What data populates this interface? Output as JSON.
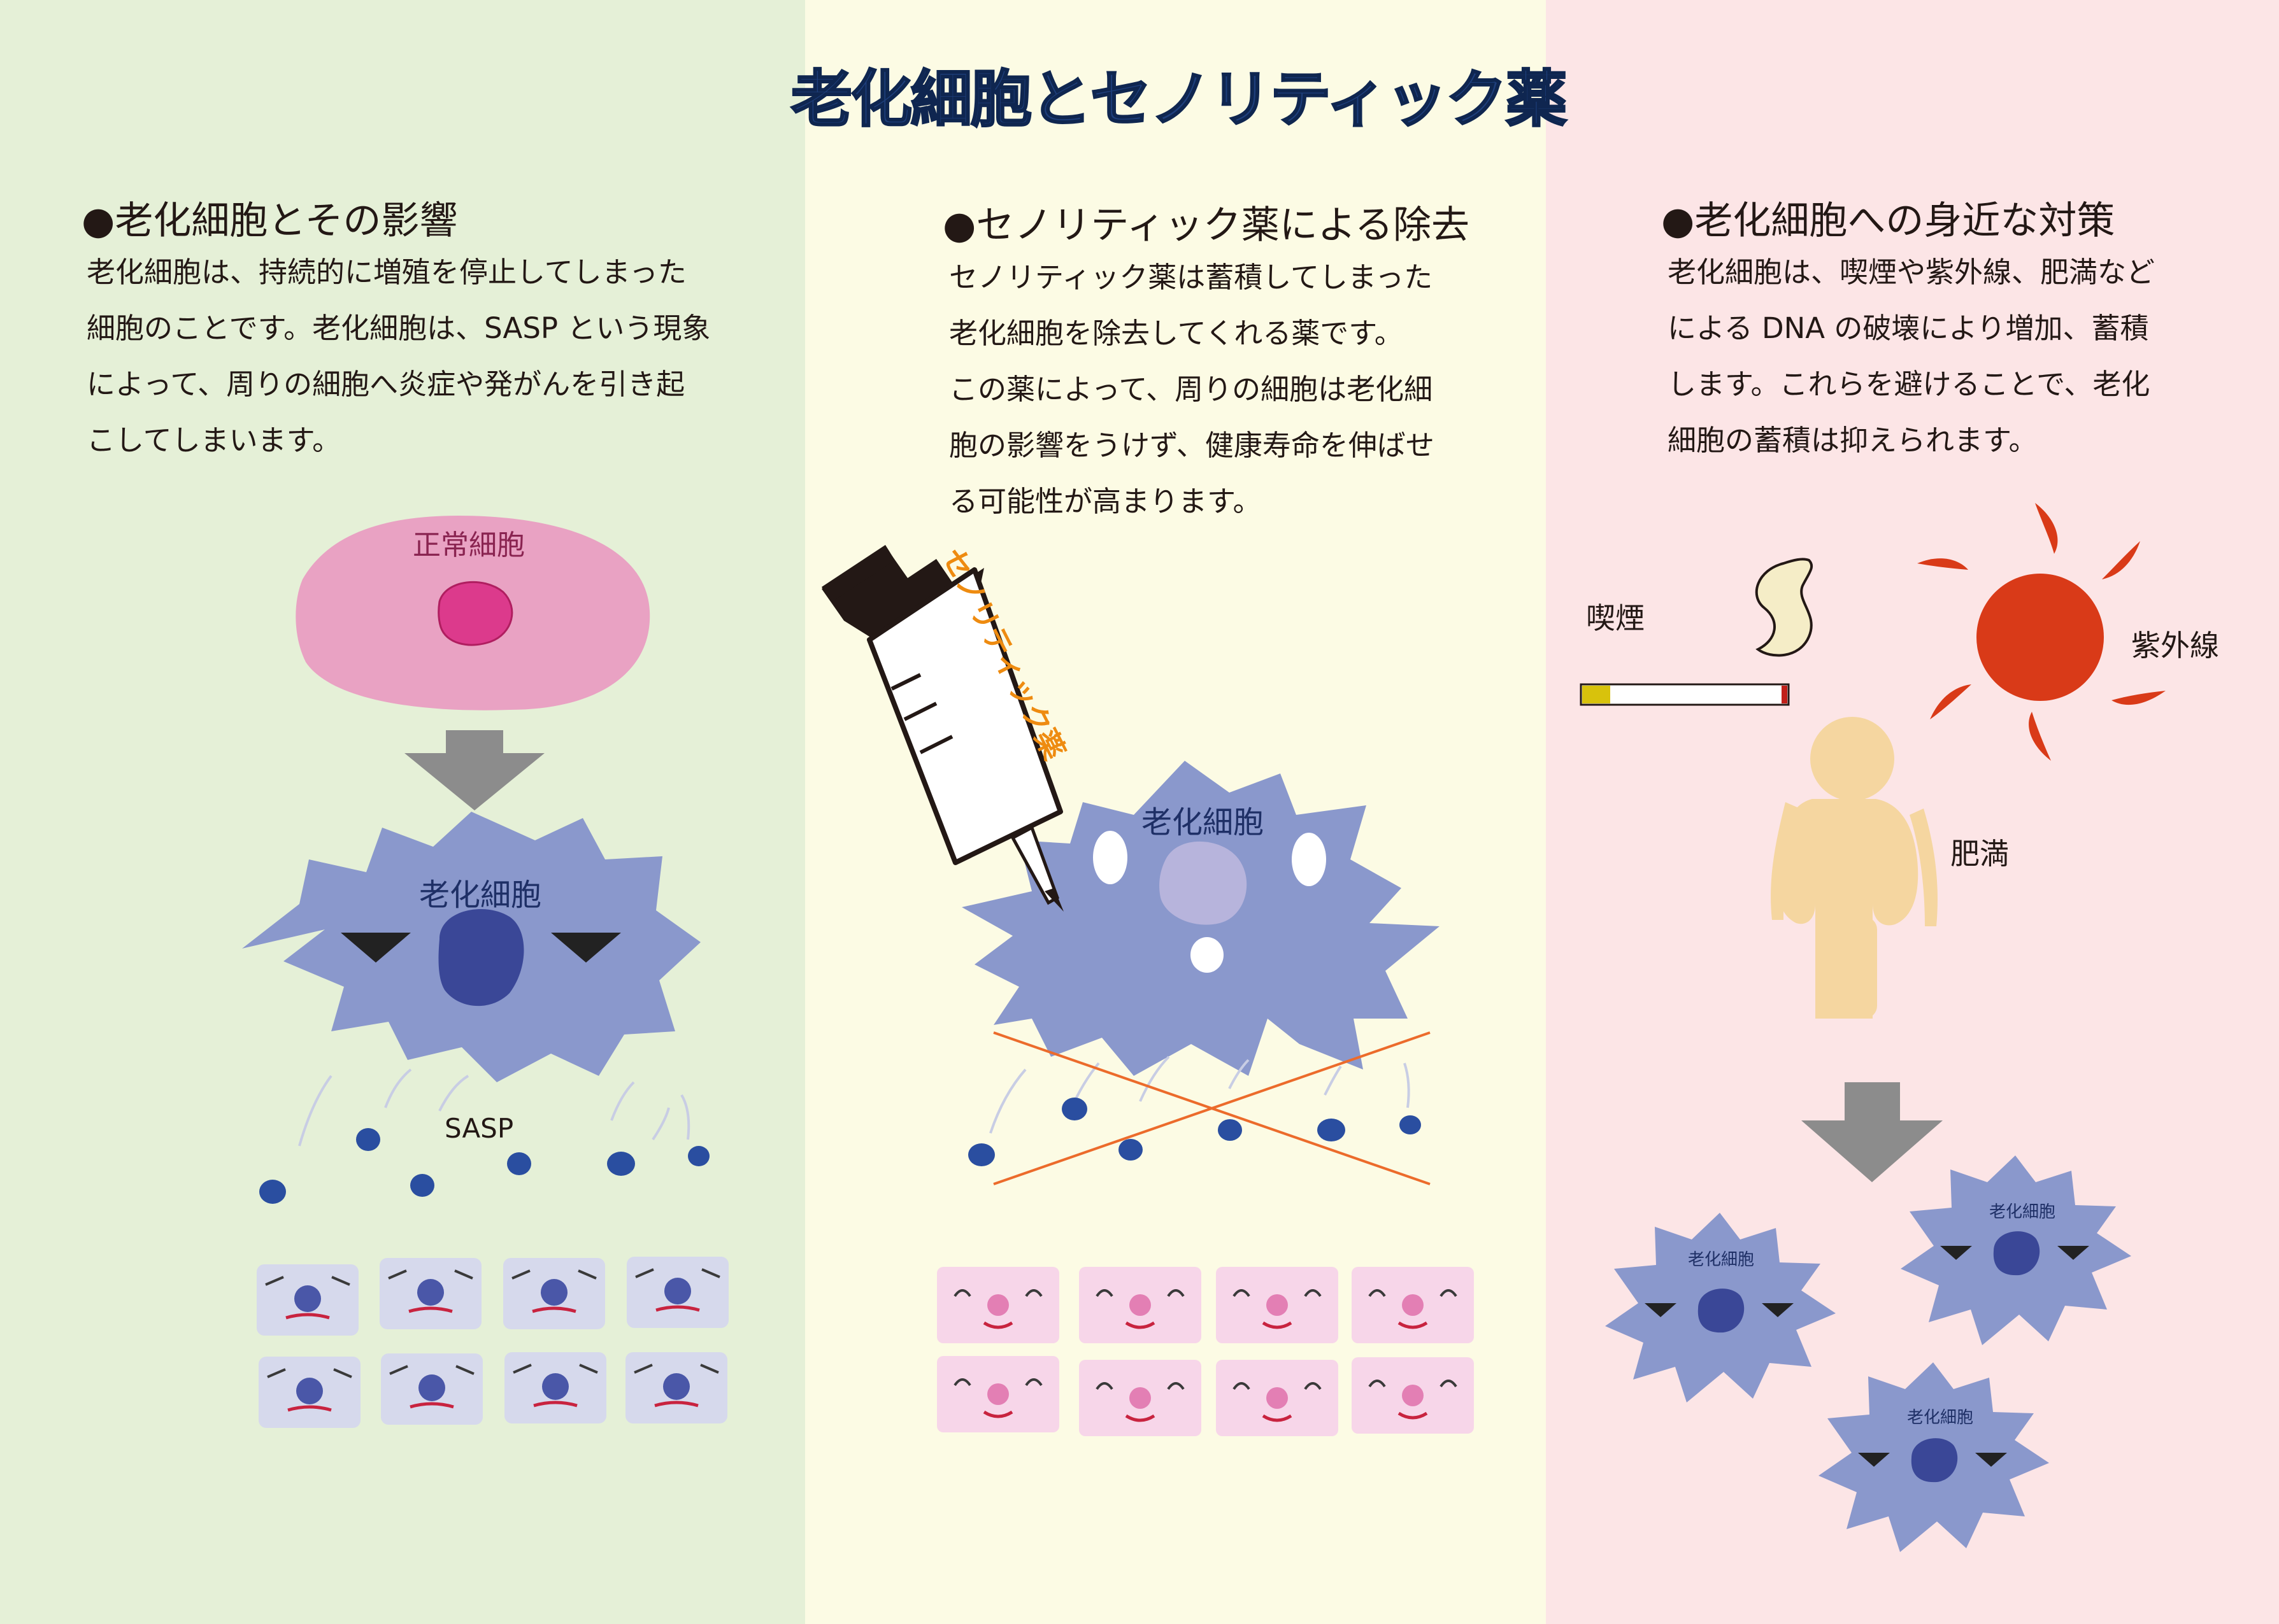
{
  "title": "老化細胞とセノリティック薬",
  "sections": {
    "left": {
      "heading": "●老化細胞とその影響",
      "body": [
        "老化細胞は、持続的に増殖を停止してしまった",
        "細胞のことです。老化細胞は、SASP という現象",
        "によって、周りの細胞へ炎症や発がんを引き起",
        "こしてしまいます。"
      ],
      "labels": {
        "normal_cell": "正常細胞",
        "senescent_cell": "老化細胞",
        "sasp": "SASP"
      }
    },
    "middle": {
      "heading": "●セノリティック薬による除去",
      "body": [
        "セノリティック薬は蓄積してしまった",
        "老化細胞を除去してくれる薬です。",
        "この薬によって、周りの細胞は老化細",
        "胞の影響をうけず、健康寿命を伸ばせ",
        "る可能性が高まります。"
      ],
      "labels": {
        "drug": "セノリティック薬",
        "senescent_cell": "老化細胞"
      }
    },
    "right": {
      "heading": "●老化細胞への身近な対策",
      "body": [
        "老化細胞は、喫煙や紫外線、肥満など",
        "による DNA の破壊により増加、蓄積",
        "します。これらを避けることで、老化",
        "細胞の蓄積は抑えられます。"
      ],
      "labels": {
        "smoking": "喫煙",
        "uv": "紫外線",
        "obesity": "肥満",
        "cell_1": "老化細胞",
        "cell_2": "老化細胞",
        "cell_3": "老化細胞"
      }
    }
  },
  "colors": {
    "panel_left": "#e5f0d7",
    "panel_middle": "#fcfbe4",
    "panel_right": "#fce5e6",
    "title": "#1e3f7c",
    "senescent_cell": "#8a98cc",
    "senescent_nucleus": "#3a4797",
    "normal_cell": "#e9a2c3",
    "normal_nucleus": "#dc3a8c",
    "arrow": "#8c8c8c",
    "drug_label": "#ee8b10",
    "cross": "#ec6b2b",
    "sun": "#d93a18",
    "person": "#f5d6a0"
  },
  "icons": [
    "normal-cell-icon",
    "senescent-cell-icon",
    "syringe-icon",
    "cigarette-icon",
    "smoke-icon",
    "sun-icon",
    "person-icon",
    "arrow-down-icon",
    "cross-icon"
  ]
}
